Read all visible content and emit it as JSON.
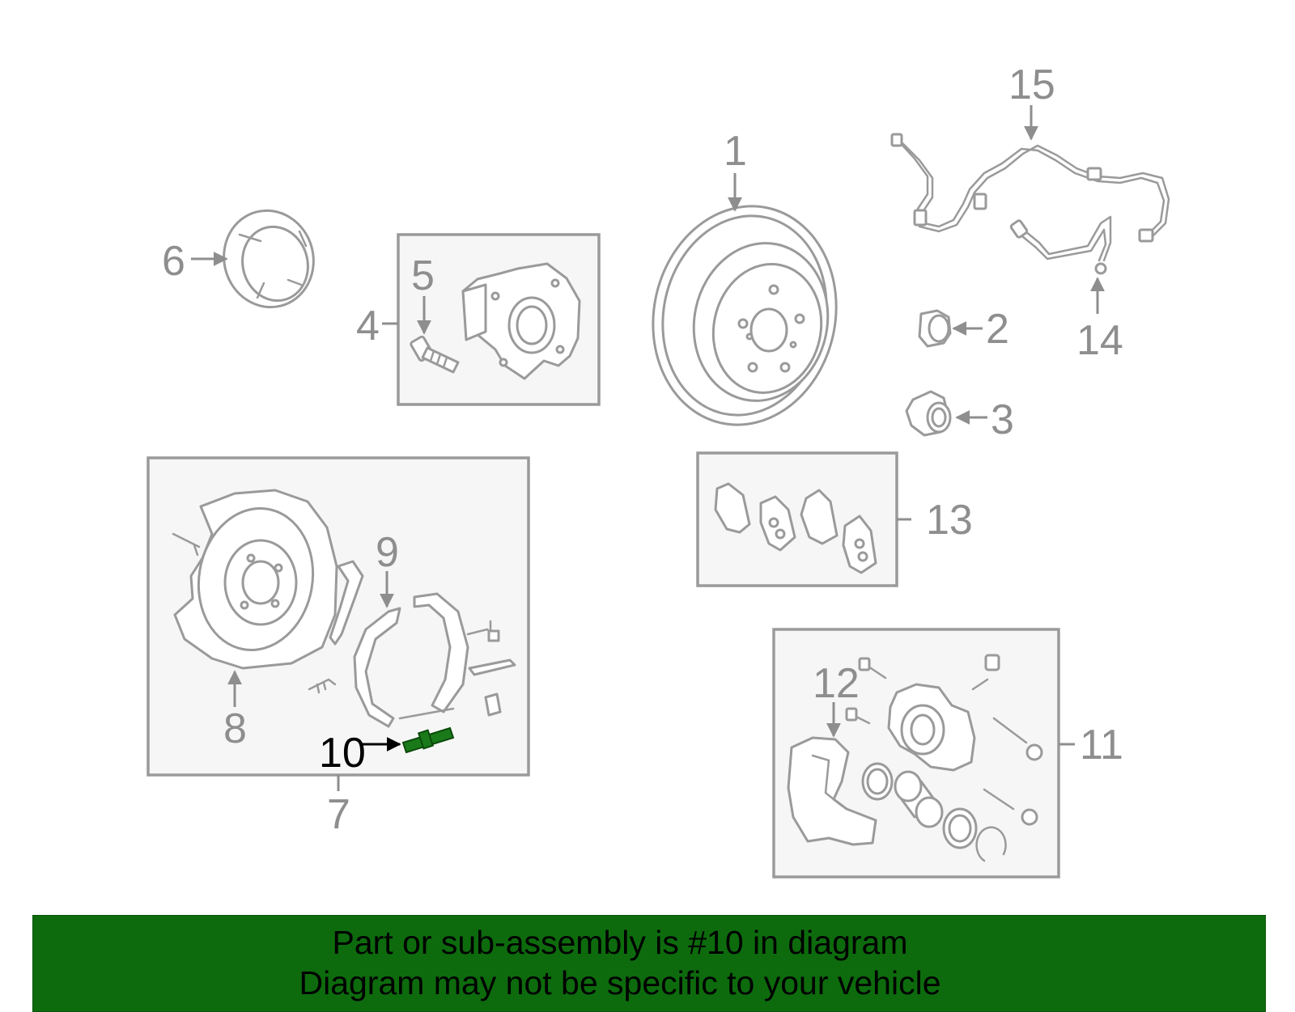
{
  "callouts": {
    "c1": "1",
    "c2": "2",
    "c3": "3",
    "c4": "4",
    "c5": "5",
    "c6": "6",
    "c7": "7",
    "c8": "8",
    "c9": "9",
    "c10": "10",
    "c11": "11",
    "c12": "12",
    "c13": "13",
    "c14": "14",
    "c15": "15"
  },
  "highlighted_part": "10",
  "colors": {
    "highlight": "#1a7a1a",
    "banner_background": "#0d6b0d",
    "line_art": "#9a9a9a"
  },
  "banner": {
    "line1": "Part or sub-assembly is #10 in diagram",
    "line2": "Diagram may not be specific to your vehicle"
  }
}
